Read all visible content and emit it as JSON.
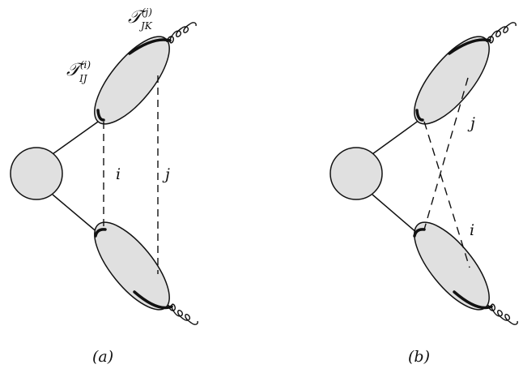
{
  "colors": {
    "line": "#111111",
    "fill": "#e0e0e0",
    "background": "#ffffff"
  },
  "panel_a": {
    "caption": "(a)",
    "label_top_main": "𝒯",
    "label_top_sup": "(j)",
    "label_top_sub": "JK",
    "label_mid_main": "𝒯",
    "label_mid_sup": "(i)",
    "label_mid_sub": "IJ",
    "exchange_i": "i",
    "exchange_j": "j"
  },
  "panel_b": {
    "caption": "(b)",
    "exchange_j": "j",
    "exchange_i": "i"
  }
}
